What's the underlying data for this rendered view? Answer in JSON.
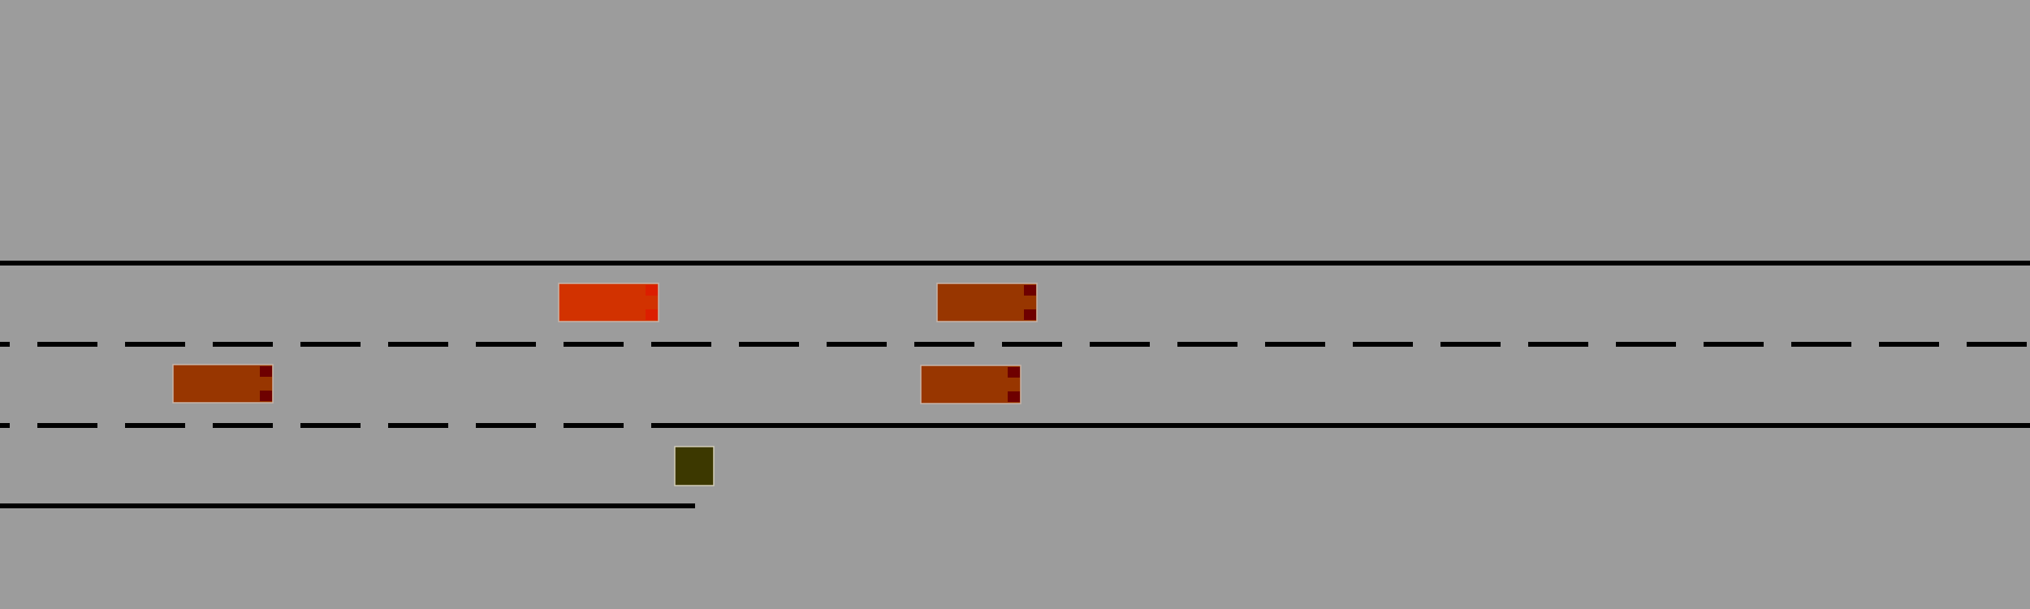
{
  "colors": {
    "background": "#9c9c9c",
    "lane_line": "#000000",
    "vehicle_outline": "#c8b4a8",
    "ego_vehicle_body": "#d23200",
    "ego_vehicle_light": "#dc1e00",
    "vehicle_body": "#983600",
    "vehicle_light": "#6e0000",
    "obstacle_body": "#3c3800",
    "obstacle_outline": "#d2ccb8"
  },
  "scene": {
    "lanes_right_of_merge": 2,
    "lanes_left_of_merge": 3,
    "merge_lane_ends": true
  },
  "vehicles": [
    {
      "id": "ego",
      "role": "controlled",
      "heading": "right"
    },
    {
      "id": "car-1",
      "role": "traffic",
      "heading": "right"
    },
    {
      "id": "car-2",
      "role": "traffic",
      "heading": "right"
    },
    {
      "id": "car-3",
      "role": "traffic",
      "heading": "right"
    }
  ],
  "obstacle": {
    "id": "obstacle",
    "type": "stationary-block"
  }
}
